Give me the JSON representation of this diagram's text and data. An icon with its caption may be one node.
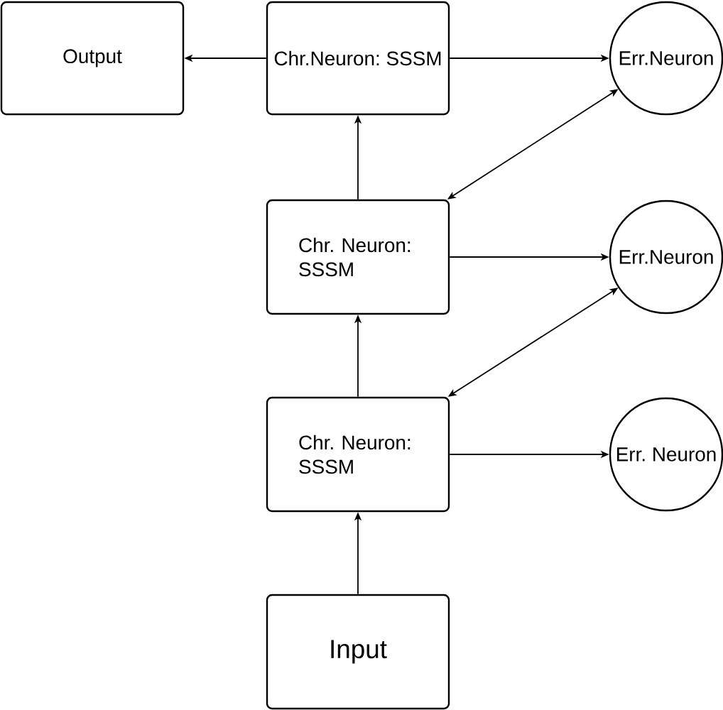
{
  "diagram": {
    "nodes": [
      {
        "text": [
          "Output"
        ]
      },
      {
        "text": [
          "Chr.Neuron: SSSM"
        ]
      },
      {
        "text": [
          "Err.Neuron"
        ]
      },
      {
        "text": [
          "Chr. Neuron: SSSM"
        ]
      },
      {
        "text": [
          "Err.Neuron"
        ]
      },
      {
        "text": [
          "Chr. Neuron: SSSM"
        ]
      },
      {
        "text": [
          "Err. Neuron"
        ]
      },
      {
        "text": [
          "Input"
        ]
      }
    ],
    "edges": [
      {
        "from": 1,
        "to": 0,
        "arrow": "to"
      },
      {
        "from": 1,
        "to": 2,
        "arrow": "to"
      },
      {
        "from": 3,
        "to": 1,
        "arrow": "to"
      },
      {
        "from": 3,
        "to": 2,
        "arrow": "both"
      },
      {
        "from": 3,
        "to": 4,
        "arrow": "to"
      },
      {
        "from": 5,
        "to": 3,
        "arrow": "to"
      },
      {
        "from": 5,
        "to": 4,
        "arrow": "both"
      },
      {
        "from": 5,
        "to": 6,
        "arrow": "to"
      },
      {
        "from": 7,
        "to": 5,
        "arrow": "to"
      }
    ]
  }
}
